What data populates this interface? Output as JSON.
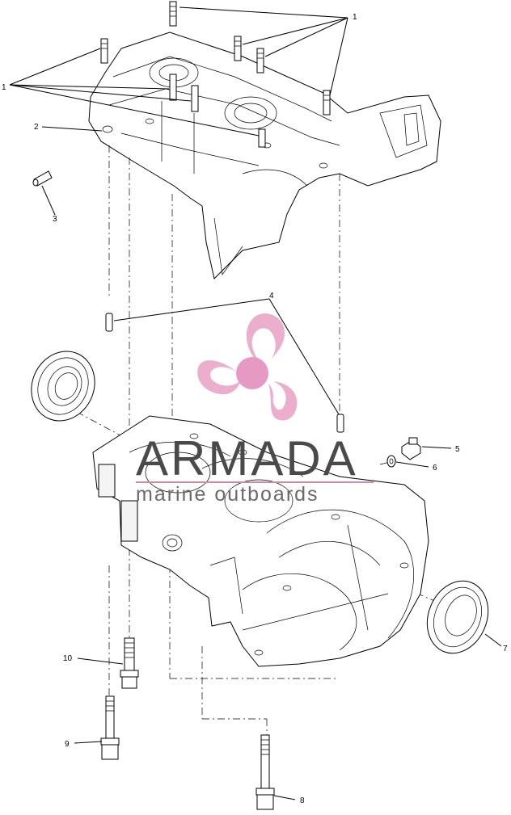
{
  "diagram": {
    "callouts": [
      {
        "id": "1a",
        "text": "1"
      },
      {
        "id": "1b",
        "text": "1"
      },
      {
        "id": "2",
        "text": "2"
      },
      {
        "id": "3",
        "text": "3"
      },
      {
        "id": "4",
        "text": "4"
      },
      {
        "id": "5",
        "text": "5"
      },
      {
        "id": "6",
        "text": "6"
      },
      {
        "id": "7",
        "text": "7"
      },
      {
        "id": "8",
        "text": "8"
      },
      {
        "id": "9",
        "text": "9"
      },
      {
        "id": "10",
        "text": "10"
      }
    ]
  },
  "watermark": {
    "title": "ARMADA",
    "subtitle": "marine outboards",
    "logo_icon": "propeller-logo-icon",
    "colors": {
      "logo": "#e9a6c8",
      "logo_hub": "#e48fbd",
      "title": "#4a4a4a",
      "subtitle": "#6a6a6a",
      "rule": "#d08ab0"
    }
  }
}
